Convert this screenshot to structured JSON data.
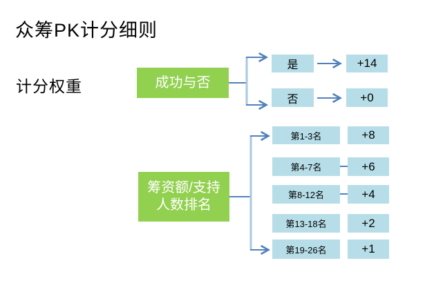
{
  "title": "众筹PK计分细则",
  "section_label": "计分权重",
  "colors": {
    "node_green": "#92D050",
    "leaf_blue": "#B7DEE8",
    "connector_dark": "#4F81BD",
    "connector_light": "#A9C7E3",
    "node_text": "#FFFFFF",
    "text": "#000000"
  },
  "branches": [
    {
      "label": "成功与否",
      "children": [
        {
          "label": "是",
          "value": "+14"
        },
        {
          "label": "否",
          "value": "+0"
        }
      ]
    },
    {
      "label_lines": [
        "筹资额/支持",
        "人数排名"
      ],
      "children": [
        {
          "label": "第1-3名",
          "value": "+8"
        },
        {
          "label": "第4-7名",
          "value": "+6"
        },
        {
          "label": "第8-12名",
          "value": "+4"
        },
        {
          "label": "第13-18名",
          "value": "+2"
        },
        {
          "label": "第19-26名",
          "value": "+1"
        }
      ]
    }
  ]
}
